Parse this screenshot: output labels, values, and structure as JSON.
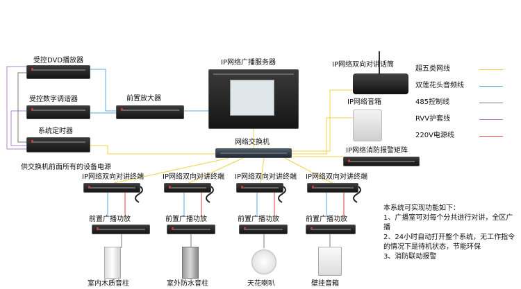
{
  "labels": {
    "dvd": "受控DVD播放器",
    "tuner": "受控数字调谐器",
    "timer": "系统定时器",
    "preamp": "前置放大器",
    "server": "IP网络广播服务器",
    "mic": "IP网络双向对讲话筒",
    "ip_speaker": "IP网络音箱",
    "switch": "网络交换机",
    "fire": "IP网络消防报警矩阵",
    "power_note": "供交换机前面所有的设备电源",
    "terminal": "IP网络双向对讲终端",
    "amp": "前置广播功放",
    "sp1": "室内木质音柱",
    "sp2": "室外防水音柱",
    "sp3": "天花喇叭",
    "sp4": "壁挂音箱"
  },
  "legend": [
    {
      "label": "超五类网线",
      "color": "#f0d040"
    },
    {
      "label": "双莲花头音频线",
      "color": "#5aa8e0"
    },
    {
      "label": "485控制线",
      "color": "#7a7a7a"
    },
    {
      "label": "RVV护套线",
      "color": "#b080d0"
    },
    {
      "label": "220V电源线",
      "color": "#e04040"
    }
  ],
  "notes": {
    "title": "本系统可实现功能如下：",
    "line1a": "1、广播室可对每个分共进行对讲，全区广",
    "line1b": "播",
    "line2a": "2、24小时自动打开整个系统，无工作指令",
    "line2b": "的情况下是待机状态，节能环保",
    "line3": "3、消防联动报警"
  }
}
